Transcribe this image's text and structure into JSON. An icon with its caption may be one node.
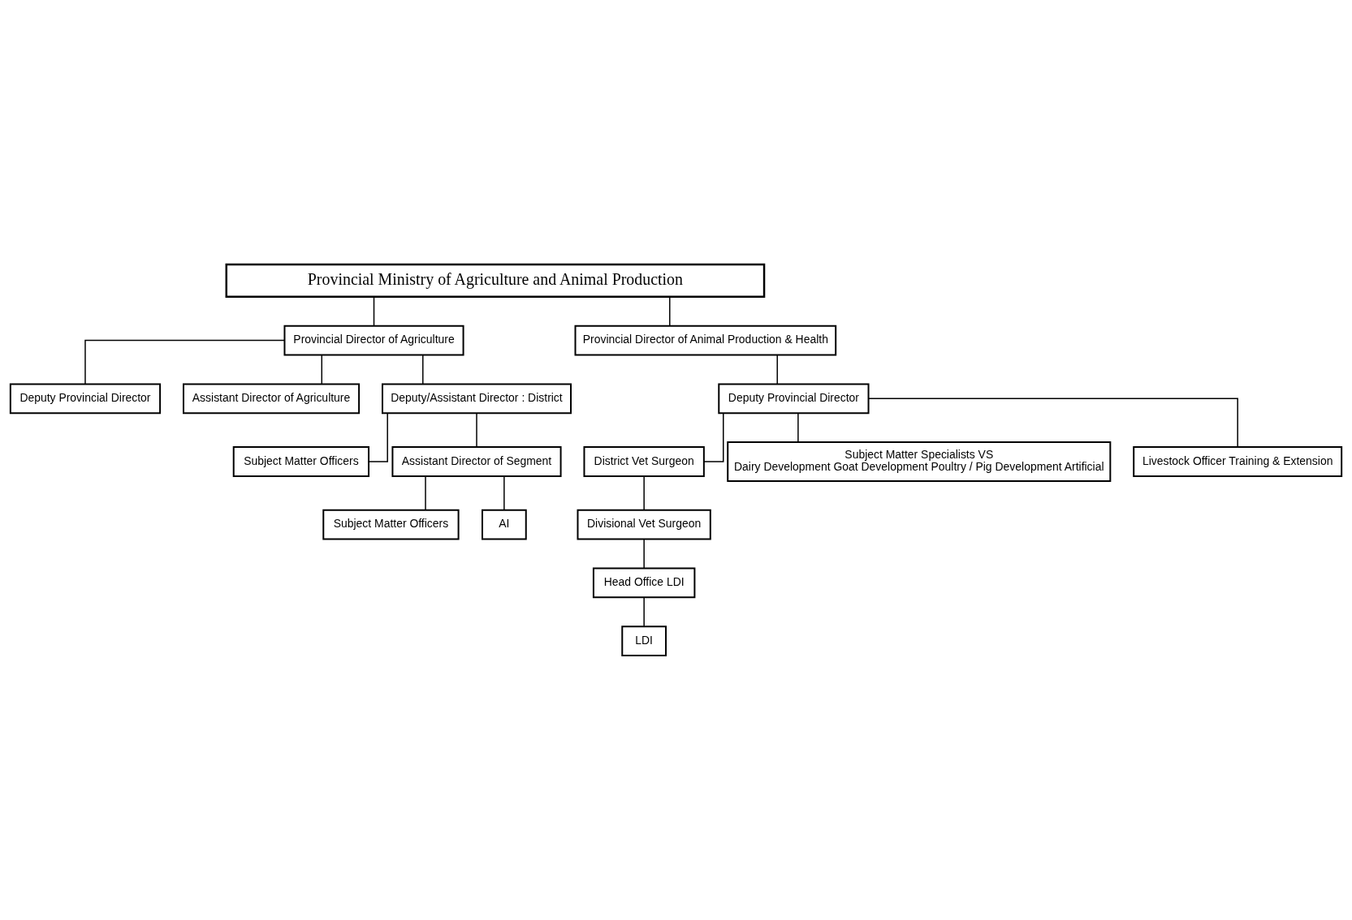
{
  "diagram": {
    "nodes": [
      {
        "text": [
          "Provincial Ministry of Agriculture and Animal Production"
        ]
      },
      {
        "text": [
          "Provincial Director of Agriculture"
        ]
      },
      {
        "text": [
          "Provincial Director of Animal Production & Health"
        ]
      },
      {
        "text": [
          "Deputy Provincial Director"
        ]
      },
      {
        "text": [
          "Assistant Director of Agriculture"
        ]
      },
      {
        "text": [
          "Deputy Provincial Director"
        ]
      },
      {
        "text": [
          "Deputy/Assistant Director : District"
        ]
      },
      {
        "text": [
          "District Vet Surgeon"
        ]
      },
      {
        "text": [
          "Subject Matter Specialists VS",
          "Dairy Development Goat Development Poultry / Pig Development Artificial"
        ]
      },
      {
        "text": [
          "Livestock Officer Training & Extension"
        ]
      },
      {
        "text": [
          "Subject Matter Officers"
        ]
      },
      {
        "text": [
          "Divisional Vet Surgeon"
        ]
      },
      {
        "text": [
          "Assistant Director of Segment"
        ]
      },
      {
        "text": [
          "Head Office LDI"
        ]
      },
      {
        "text": [
          "Subject Matter Officers"
        ]
      },
      {
        "text": [
          "AI"
        ]
      },
      {
        "text": [
          "LDI"
        ]
      }
    ],
    "edges": [
      {
        "from": 0,
        "to": 1,
        "arrow": "none"
      },
      {
        "from": 0,
        "to": 2,
        "arrow": "none"
      },
      {
        "from": 1,
        "to": 3,
        "arrow": "none"
      },
      {
        "from": 1,
        "to": 4,
        "arrow": "none"
      },
      {
        "from": 1,
        "to": 6,
        "arrow": "none"
      },
      {
        "from": 2,
        "to": 5,
        "arrow": "none"
      },
      {
        "from": 5,
        "to": 7,
        "arrow": "none"
      },
      {
        "from": 5,
        "to": 8,
        "arrow": "none"
      },
      {
        "from": 5,
        "to": 9,
        "arrow": "none"
      },
      {
        "from": 6,
        "to": 10,
        "arrow": "none"
      },
      {
        "from": 6,
        "to": 12,
        "arrow": "none"
      },
      {
        "from": 7,
        "to": 11,
        "arrow": "none"
      },
      {
        "from": 11,
        "to": 13,
        "arrow": "none"
      },
      {
        "from": 12,
        "to": 14,
        "arrow": "none"
      },
      {
        "from": 12,
        "to": 15,
        "arrow": "none"
      },
      {
        "from": 13,
        "to": 16,
        "arrow": "none"
      }
    ]
  }
}
